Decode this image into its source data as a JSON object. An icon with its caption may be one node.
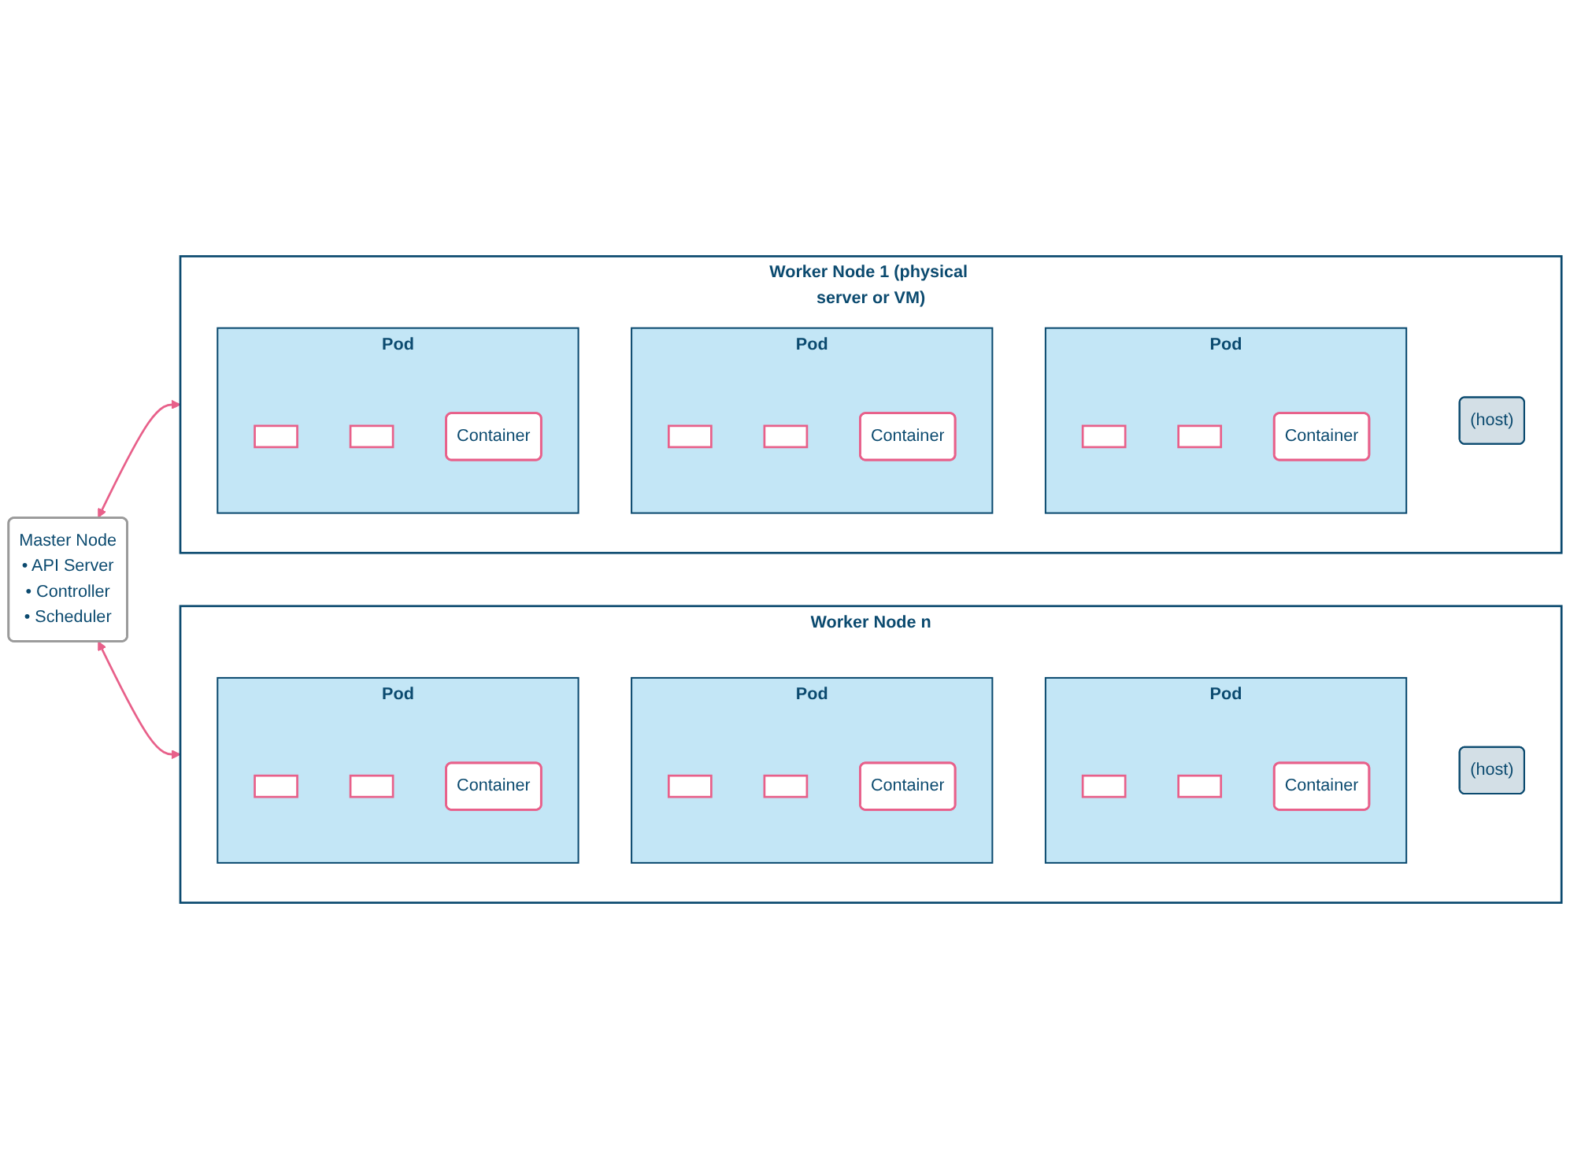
{
  "diagram": {
    "nodes": [
      {
        "text": [
          "Master Node",
          "• API Server",
          "• Controller",
          "• Scheduler"
        ]
      },
      {
        "text": [
          "Worker Node 1 (physical server or VM)"
        ]
      },
      {
        "text": [
          "Pod"
        ],
        "in": 1
      },
      {
        "text": [],
        "shape": "box",
        "in": 2
      },
      {
        "text": [],
        "shape": "box",
        "in": 2
      },
      {
        "text": [
          "Container"
        ],
        "in": 2
      },
      {
        "text": [
          "Pod"
        ],
        "in": 1
      },
      {
        "text": [],
        "shape": "box",
        "in": 6
      },
      {
        "text": [],
        "shape": "box",
        "in": 6
      },
      {
        "text": [
          "Container"
        ],
        "in": 6
      },
      {
        "text": [
          "Pod"
        ],
        "in": 1
      },
      {
        "text": [],
        "shape": "box",
        "in": 10
      },
      {
        "text": [],
        "shape": "box",
        "in": 10
      },
      {
        "text": [
          "Container"
        ],
        "in": 10
      },
      {
        "text": [
          "(host)"
        ],
        "in": 1
      },
      {
        "text": [
          "Worker Node n"
        ]
      },
      {
        "text": [
          "Pod"
        ],
        "in": 15
      },
      {
        "text": [],
        "shape": "box",
        "in": 16
      },
      {
        "text": [],
        "shape": "box",
        "in": 16
      },
      {
        "text": [
          "Container"
        ],
        "in": 16
      },
      {
        "text": [
          "Pod"
        ],
        "in": 15
      },
      {
        "text": [],
        "shape": "box",
        "in": 20
      },
      {
        "text": [],
        "shape": "box",
        "in": 20
      },
      {
        "text": [
          "Container"
        ],
        "in": 20
      },
      {
        "text": [
          "Pod"
        ],
        "in": 15
      },
      {
        "text": [],
        "shape": "box",
        "in": 24
      },
      {
        "text": [],
        "shape": "box",
        "in": 24
      },
      {
        "text": [
          "Container"
        ],
        "in": 24
      },
      {
        "text": [
          "(host)"
        ],
        "in": 15
      }
    ],
    "edges": [
      {
        "from": 0,
        "to": 1,
        "arrow": "both"
      },
      {
        "from": 0,
        "to": 15,
        "arrow": "both"
      }
    ]
  }
}
